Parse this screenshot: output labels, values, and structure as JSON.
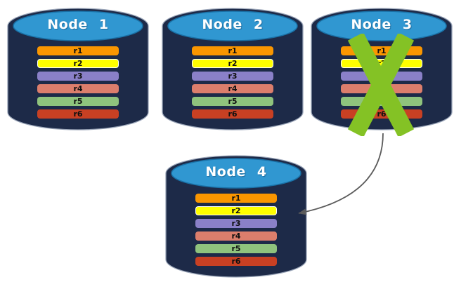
{
  "diagram": {
    "nodes": [
      {
        "title": "Node 1",
        "failed": false
      },
      {
        "title": "Node 2",
        "failed": false
      },
      {
        "title": "Node 3",
        "failed": true
      },
      {
        "title": "Node 4",
        "failed": false
      }
    ],
    "rows": [
      {
        "label": "r1",
        "color": "#FA9600",
        "border": null
      },
      {
        "label": "r2",
        "color": "#FFFF00",
        "border": "#FFFFFF"
      },
      {
        "label": "r3",
        "color": "#8A80C8",
        "border": null
      },
      {
        "label": "r4",
        "color": "#DC7E6C",
        "border": null
      },
      {
        "label": "r5",
        "color": "#8FC37D",
        "border": null
      },
      {
        "label": "r6",
        "color": "#C84023",
        "border": null
      }
    ],
    "arrow": {
      "from": "Node 3",
      "to": "Node 4"
    },
    "failed_node": "Node 3",
    "colors": {
      "cylinder_body": "#1D2A48",
      "cylinder_outline": "#9AA5B8",
      "cylinder_top": "#3097D1",
      "cylinder_top_stroke": "#1A72A8",
      "title_text": "#FFFFFF",
      "row_text": "#101010",
      "failure_cross": "#84C225",
      "arrow": "#5B5B5B"
    }
  }
}
